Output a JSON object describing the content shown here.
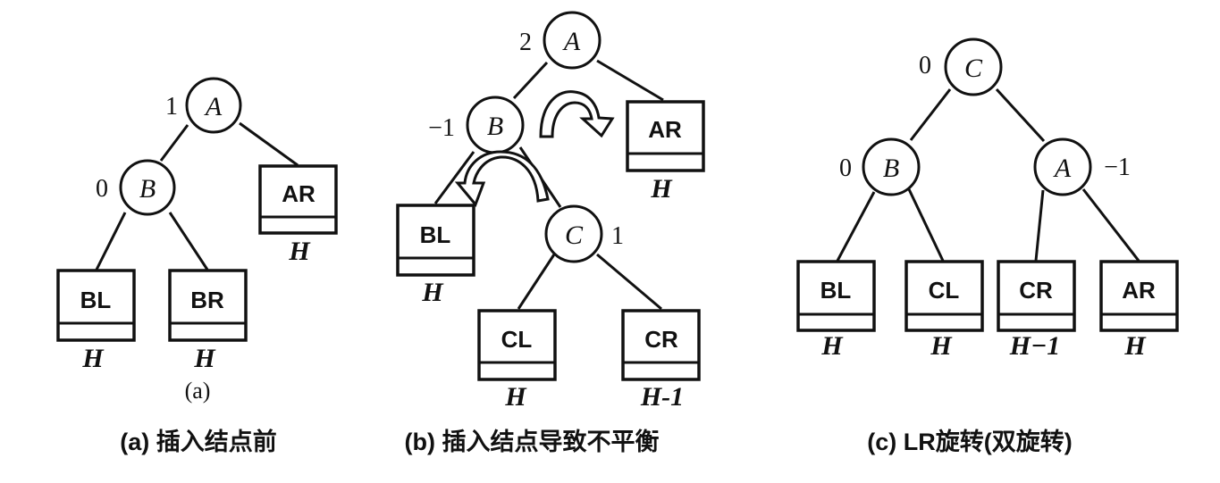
{
  "figure": {
    "panels": [
      {
        "id": "a",
        "caption": "(a) 插入结点前",
        "sublabel": "(a)",
        "nodes": [
          {
            "id": "A",
            "label": "A",
            "balance": "1"
          },
          {
            "id": "B",
            "label": "B",
            "balance": "0"
          }
        ],
        "subtrees": [
          {
            "id": "BL",
            "label": "BL",
            "height": "H"
          },
          {
            "id": "BR",
            "label": "BR",
            "height": "H"
          },
          {
            "id": "AR",
            "label": "AR",
            "height": "H"
          }
        ]
      },
      {
        "id": "b",
        "caption": "(b) 插入结点导致不平衡",
        "nodes": [
          {
            "id": "A",
            "label": "A",
            "balance": "2"
          },
          {
            "id": "B",
            "label": "B",
            "balance": "−1"
          },
          {
            "id": "C",
            "label": "C",
            "balance": "1"
          }
        ],
        "subtrees": [
          {
            "id": "AR",
            "label": "AR",
            "height": "H"
          },
          {
            "id": "BL",
            "label": "BL",
            "height": "H"
          },
          {
            "id": "CL",
            "label": "CL",
            "height": "H"
          },
          {
            "id": "CR",
            "label": "CR",
            "height": "H-1"
          }
        ],
        "arrows": [
          "rotate-left-at-B",
          "rotate-right-at-A"
        ]
      },
      {
        "id": "c",
        "caption": "(c) LR旋转(双旋转)",
        "nodes": [
          {
            "id": "C",
            "label": "C",
            "balance": "0"
          },
          {
            "id": "B",
            "label": "B",
            "balance": "0"
          },
          {
            "id": "A",
            "label": "A",
            "balance": "−1"
          }
        ],
        "subtrees": [
          {
            "id": "BL",
            "label": "BL",
            "height": "H"
          },
          {
            "id": "CL",
            "label": "CL",
            "height": "H"
          },
          {
            "id": "CR",
            "label": "CR",
            "height": "H−1"
          },
          {
            "id": "AR",
            "label": "AR",
            "height": "H"
          }
        ]
      }
    ]
  }
}
